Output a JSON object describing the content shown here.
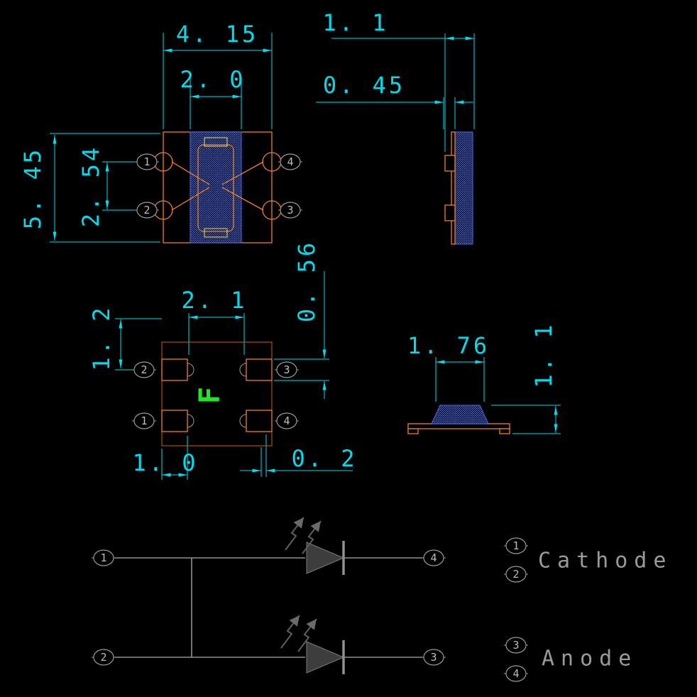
{
  "drawing": {
    "front_view": {
      "dim_overall_width": "4. 15",
      "dim_inner_width": "2. 0",
      "dim_overall_height": "5. 45",
      "dim_pin_pitch": "2. 54",
      "pin_top_left": "1",
      "pin_bottom_left": "2",
      "pin_top_right": "4",
      "pin_bottom_right": "3"
    },
    "side_view": {
      "dim_overall_thickness": "1. 1",
      "dim_lead_thickness": "0. 45"
    },
    "footprint_view": {
      "dim_inner_width": "2. 1",
      "dim_pad_height": "0. 56",
      "dim_row_offset": "1. 2",
      "dim_pad_width": "1. 0",
      "dim_edge_gap": "0. 2",
      "pin_top_left": "2",
      "pin_bottom_left": "1",
      "pin_top_right": "3",
      "pin_bottom_right": "4",
      "polarity_mark": "F"
    },
    "profile_view": {
      "dim_lens_width": "1. 76",
      "dim_height": "1. 1"
    },
    "schematic": {
      "pin_left_top": "1",
      "pin_left_bottom": "2",
      "pin_right_top": "4",
      "pin_right_bottom": "3",
      "legend": {
        "cathode_pins": [
          "1",
          "2"
        ],
        "cathode_label": "Cathode",
        "anode_pins": [
          "3",
          "4"
        ],
        "anode_label": "Anode"
      }
    },
    "colors": {
      "background": "#000000",
      "dimension_cyan": "#00DCEB",
      "body_orange": "#EE7F2D",
      "hatch_blue": "#4A6BE8",
      "polarity_green": "#23E523",
      "schematic_gray": "#9A9A9A"
    }
  }
}
